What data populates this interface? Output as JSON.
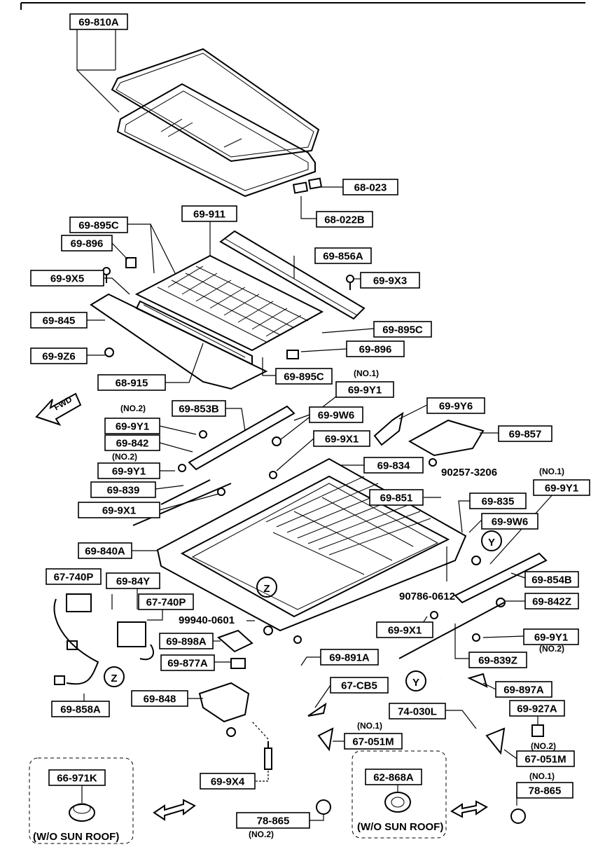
{
  "labels": {
    "l_810a": "69-810A",
    "l_023": "68-023",
    "l_022b": "68-022B",
    "l_911": "69-911",
    "l_895c_a": "69-895C",
    "l_896_a": "69-896",
    "l_856a": "69-856A",
    "l_9x5": "69-9X5",
    "l_9x3": "69-9X3",
    "l_845": "69-845",
    "l_895c_b": "69-895C",
    "l_896_b": "69-896",
    "l_9z6": "69-9Z6",
    "l_915": "68-915",
    "l_895c_c": "69-895C",
    "l_9y1_a": "69-9Y1",
    "l_853b": "69-853B",
    "l_9w6_a": "69-9W6",
    "l_9y6": "69-9Y6",
    "l_9y1_b": "69-9Y1",
    "l_842": "69-842",
    "l_9x1_a": "69-9X1",
    "l_857": "69-857",
    "l_834": "69-834",
    "l_9y1_c": "69-9Y1",
    "l_839": "69-839",
    "l_9y1_d": "69-9Y1",
    "l_9x1_b": "69-9X1",
    "l_851": "69-851",
    "l_835": "69-835",
    "l_9w6_b": "69-9W6",
    "l_840a": "69-840A",
    "l_740p_a": "67-740P",
    "l_84y": "69-84Y",
    "l_854b": "69-854B",
    "l_740p_b": "67-740P",
    "l_842z": "69-842Z",
    "l_9x1_c": "69-9X1",
    "l_898a": "69-898A",
    "l_9y1_e": "69-9Y1",
    "l_877a": "69-877A",
    "l_891a": "69-891A",
    "l_839z": "69-839Z",
    "l_858a": "69-858A",
    "l_848": "69-848",
    "l_cb5": "67-CB5",
    "l_030l": "74-030L",
    "l_897a": "69-897A",
    "l_927a": "69-927A",
    "l_051m_a": "67-051M",
    "l_051m_b": "67-051M",
    "l_9x4": "69-9X4",
    "l_971k": "66-971K",
    "l_868a": "62-868A",
    "l_865_a": "78-865",
    "l_865_b": "78-865"
  },
  "notes": {
    "no1_a": "(NO.1)",
    "no2_a": "(NO.2)",
    "no2_b": "(NO.2)",
    "no1_b": "(NO.1)",
    "no2_c": "(NO.2)",
    "no1_c": "(NO.1)",
    "no2_d": "(NO.2)",
    "no1_d": "(NO.1)",
    "no2_e": "(NO.2)",
    "pn_3206": "90257-3206",
    "pn_0612": "90786-0612",
    "pn_0601": "99940-0601",
    "fwd": "FWD",
    "wo_sunroof_a": "(W/O SUN ROOF)",
    "wo_sunroof_b": "(W/O SUN ROOF)",
    "ref_y1": "Y",
    "ref_y2": "Y",
    "ref_z1": "Z",
    "ref_z2": "Z"
  }
}
